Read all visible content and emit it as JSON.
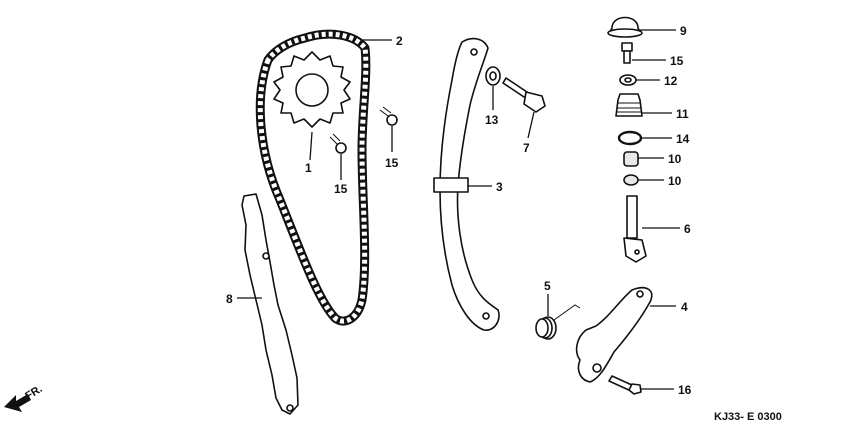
{
  "callouts": {
    "c1": "1",
    "c2": "2",
    "c3": "3",
    "c4": "4",
    "c5": "5",
    "c6": "6",
    "c7": "7",
    "c8": "8",
    "c9": "9",
    "c10a": "10",
    "c10b": "10",
    "c11": "11",
    "c12": "12",
    "c13": "13",
    "c14": "14",
    "c15a": "15",
    "c15b": "15",
    "c15c": "15",
    "c16": "16"
  },
  "direction_label": "FR.",
  "diagram_code": "KJ33- E 0300"
}
